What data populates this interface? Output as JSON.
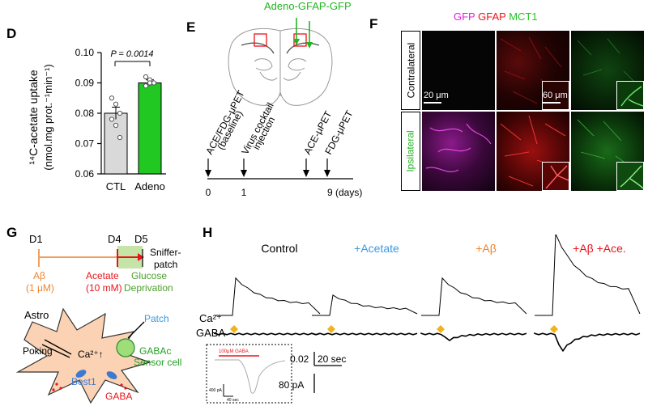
{
  "panels": {
    "D": "D",
    "E": "E",
    "F": "F",
    "G": "G",
    "H": "H"
  },
  "panel_d": {
    "chart_data": {
      "type": "bar",
      "categories": [
        "CTL",
        "Adeno"
      ],
      "values": [
        0.08,
        0.09
      ],
      "errors": [
        0.002,
        0.001
      ],
      "points": [
        [
          0.085,
          0.083,
          0.08,
          0.078,
          0.076,
          0.072
        ],
        [
          0.092,
          0.091,
          0.09,
          0.089,
          0.09
        ]
      ],
      "ylabel_line1": "¹⁴C-acetate uptake",
      "ylabel_line2": "(nmol.mg prot.⁻¹min⁻¹)",
      "ylim": [
        0.06,
        0.1
      ],
      "yticks": [
        "0.06",
        "0.07",
        "0.08",
        "0.09",
        "0.10"
      ],
      "yticks_values": [
        0.06,
        0.07,
        0.08,
        0.09,
        0.1
      ],
      "pvalue": "P = 0.0014",
      "colors": [
        "#d9d9d9",
        "#22c822"
      ]
    }
  },
  "panel_e": {
    "virus_label": "Adeno-GFAP-GFP",
    "virus_color": "#22b522",
    "events": [
      {
        "label": "ACE/FDG-μPET",
        "sub": "(baseline)",
        "day": 0
      },
      {
        "label": "Virus cocktail",
        "sub": "injection",
        "day": 1
      },
      {
        "label": "ACE-μPET",
        "sub": "",
        "day": 8
      },
      {
        "label": "FDG-μPET",
        "sub": "",
        "day": 9
      }
    ],
    "tick_labels": [
      "0",
      "1",
      "9 (days)"
    ]
  },
  "panel_f": {
    "header_gfp": "GFP",
    "header_gfap": "GFAP",
    "header_mct1": "MCT1",
    "row1": "Contralateral",
    "row2": "Ipsilateral",
    "scale1": "20 μm",
    "scale2": "60 μm"
  },
  "panel_g": {
    "d1": "D1",
    "d4": "D4",
    "d5": "D5",
    "sniffer": "Sniffer-",
    "patch": "patch",
    "abeta": "Aβ",
    "abeta_conc": "(1 μM)",
    "acetate": "Acetate",
    "acetate_conc": "(10 mM)",
    "glucose": "Glucose",
    "deprivation": "Deprivation",
    "astro": "Astro",
    "poking": "Poking",
    "ca": "Ca²⁺↑",
    "patch_label": "Patch",
    "gabac": "GABAc",
    "sensor": "Sensor cell",
    "best1": "Best1",
    "gaba": "GABA"
  },
  "panel_h": {
    "conditions": [
      {
        "label": "Control",
        "color": "#000000"
      },
      {
        "label": "+Acetate",
        "color": "#3b9ae1"
      },
      {
        "label": "+Aβ",
        "color": "#f0832a"
      },
      {
        "label": "+Aβ +Ace.",
        "color": "#e8141b"
      }
    ],
    "ca_label": "Ca²⁺",
    "gaba_label": "GABA",
    "scale_ca": "0.02",
    "scale_time": "20 sec",
    "scale_pa": "80 pA",
    "inset_text": "100μM GABA",
    "inset_scale_pa": "400 pA",
    "inset_scale_t": "40 sec"
  }
}
